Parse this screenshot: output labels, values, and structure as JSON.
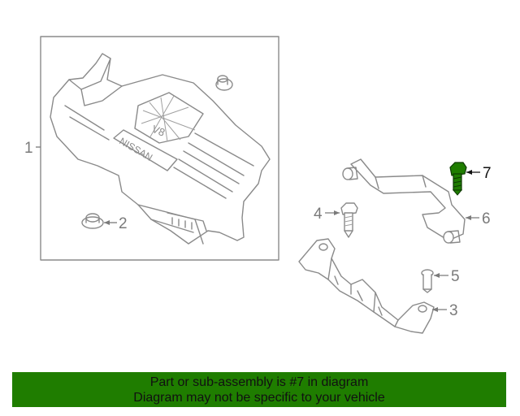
{
  "callouts": {
    "c1": "1",
    "c2": "2",
    "c3": "3",
    "c4": "4",
    "c5": "5",
    "c6": "6",
    "c7": "7"
  },
  "engine_cover": {
    "brand_text": "NISSAN",
    "badge_text": "V8"
  },
  "highlight_color": "#1f7d00",
  "banner": {
    "line1": "Part or sub-assembly is #7 in diagram",
    "line2": "Diagram may not be specific to your vehicle"
  }
}
